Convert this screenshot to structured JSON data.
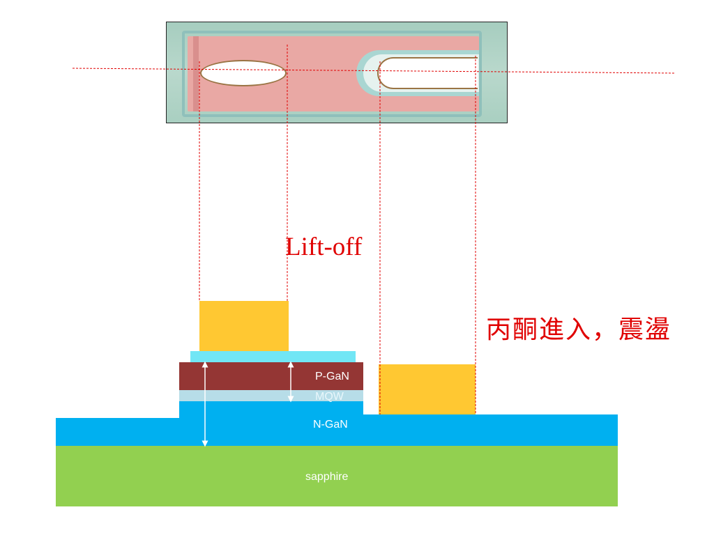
{
  "captions": {
    "lift_off": "Lift-off",
    "acetone_note": "丙酮進入，震盪"
  },
  "layers": {
    "p_gan": "P-GaN",
    "mqw": "MQW",
    "n_gan": "N-GaN",
    "sapphire": "sapphire"
  },
  "colors": {
    "guide_line": "#e00000",
    "metal": "#ffc832",
    "ito": "#71e6f5",
    "p_gan": "#943634",
    "mqw": "#b7dde8",
    "n_gan": "#00b0f0",
    "sapphire": "#92d050"
  }
}
